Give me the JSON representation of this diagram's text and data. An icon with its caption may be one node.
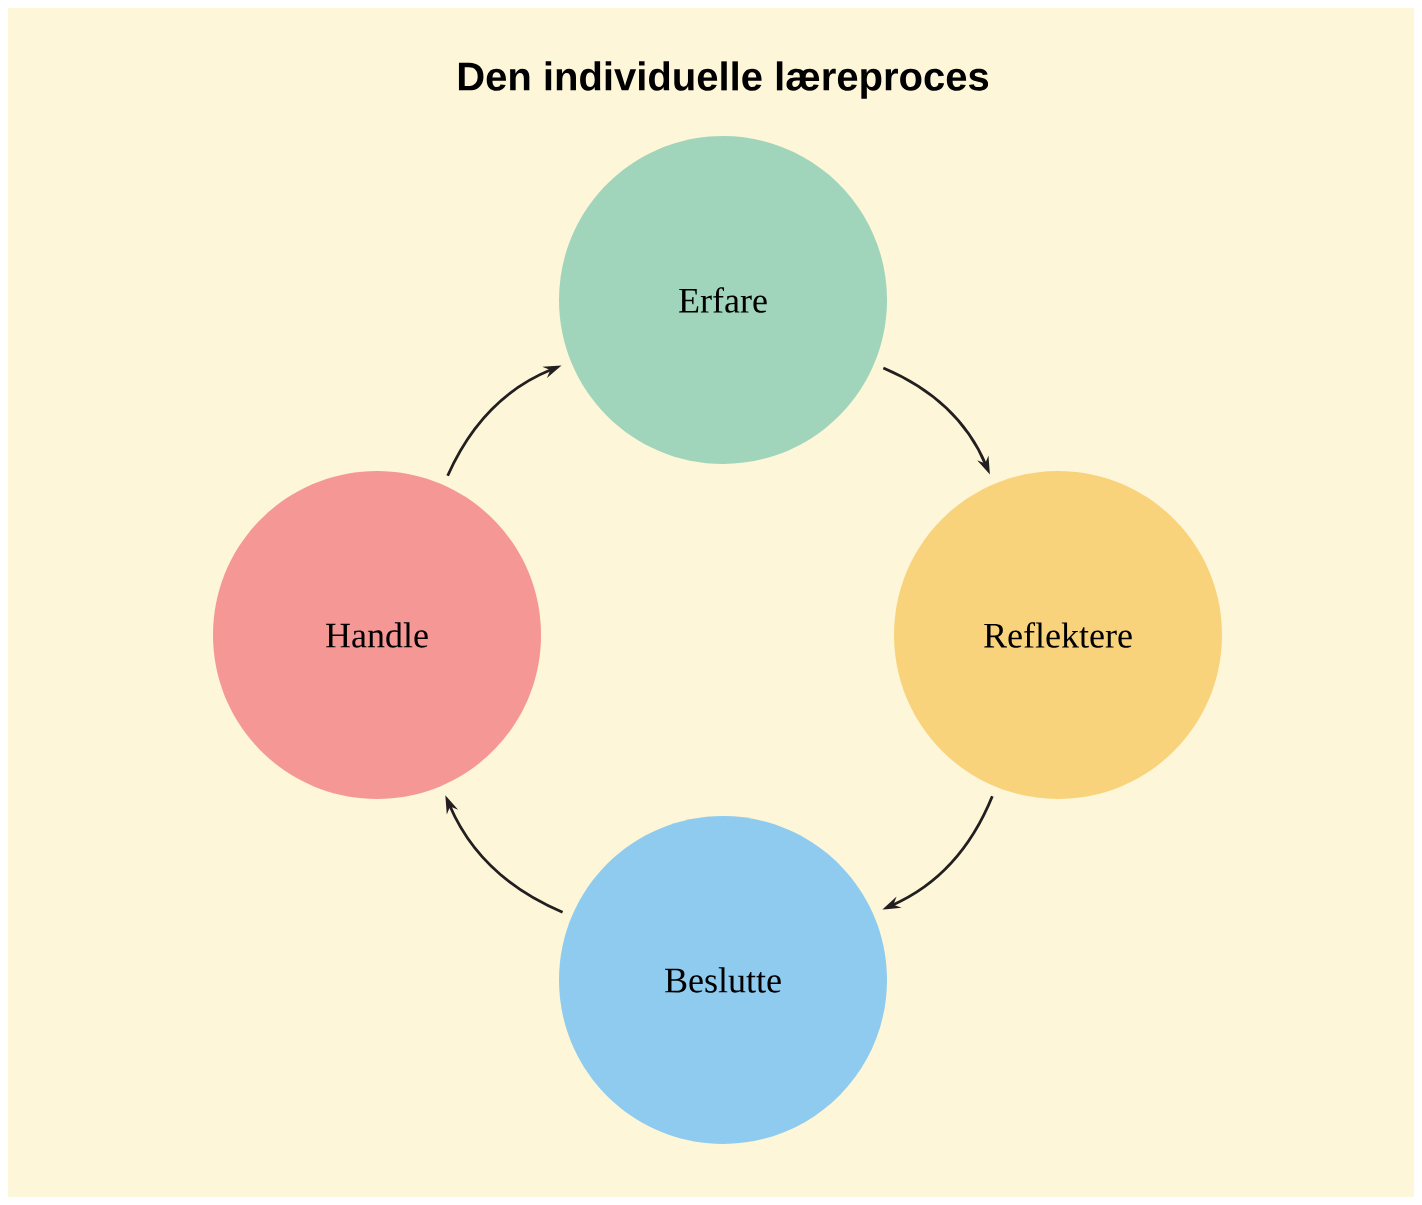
{
  "diagram": {
    "title": "Den individuelle læreproces",
    "nodes": [
      {
        "text": [
          "Erfare"
        ]
      },
      {
        "text": [
          "Reflektere"
        ]
      },
      {
        "text": [
          "Beslutte"
        ]
      },
      {
        "text": [
          "Handle"
        ]
      }
    ],
    "edges": [
      {
        "from": 0,
        "to": 1,
        "arrow": "to"
      },
      {
        "from": 1,
        "to": 2,
        "arrow": "to"
      },
      {
        "from": 2,
        "to": 3,
        "arrow": "to"
      },
      {
        "from": 3,
        "to": 0,
        "arrow": "to"
      }
    ]
  }
}
